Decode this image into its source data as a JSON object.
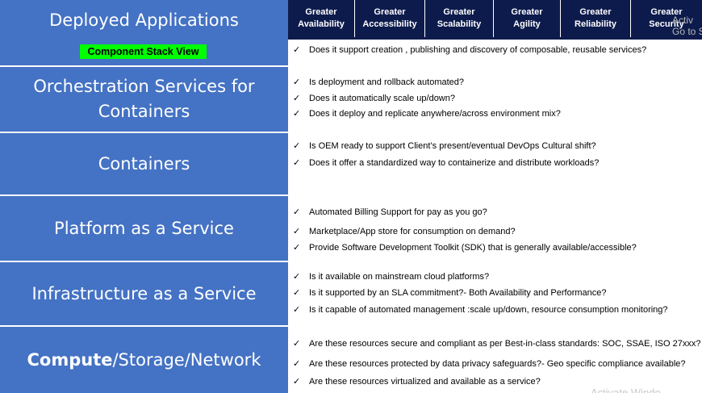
{
  "layers": [
    {
      "label": "Deployed Applications"
    },
    {
      "label": "Orchestration Services for Containers"
    },
    {
      "label": "Containers"
    },
    {
      "label": "Platform as a Service"
    },
    {
      "label": "Infrastructure as a Service"
    },
    {
      "label_strong": "Compute",
      "label_rest": "/Storage/Network"
    }
  ],
  "badge": "Component Stack View",
  "headers": [
    {
      "line1": "Greater",
      "line2": "Availability"
    },
    {
      "line1": "Greater",
      "line2": "Accessibility"
    },
    {
      "line1": "Greater",
      "line2": "Scalability"
    },
    {
      "line1": "Greater",
      "line2": "Agility"
    },
    {
      "line1": "Greater",
      "line2": "Reliability"
    },
    {
      "line1": "Greater",
      "line2": "Security"
    }
  ],
  "check_mark": "✓",
  "questions": [
    "Does it support creation , publishing and discovery of composable, reusable services?",
    "Is deployment and rollback automated?",
    "Does it automatically scale up/down?",
    "Does it deploy and replicate anywhere/across environment mix?",
    "Is OEM ready  to support Client’s present/eventual DevOps Cultural shift?",
    "Does it offer a standardized way to containerize and distribute workloads?",
    "Automated Billing Support for pay as you go?",
    "Marketplace/App store for consumption on demand?",
    "Provide Software Development Toolkit (SDK) that is generally available/accessible?",
    "Is it available on mainstream cloud platforms?",
    "Is it supported by an SLA commitment?-  Both Availability and Performance?",
    "Is it capable of automated management :scale up/down, resource consumption monitoring?",
    "Are these resources secure and compliant as per Best-in-class standards:  SOC, SSAE, ISO 27xxx?",
    "Are these resources protected by data privacy safeguards?- Geo specific compliance available?",
    "Are these resources virtualized and available as a service?"
  ],
  "watermark": {
    "top_line1": "Activ",
    "top_line2": "Go to S",
    "bottom": "Activate Windo"
  }
}
